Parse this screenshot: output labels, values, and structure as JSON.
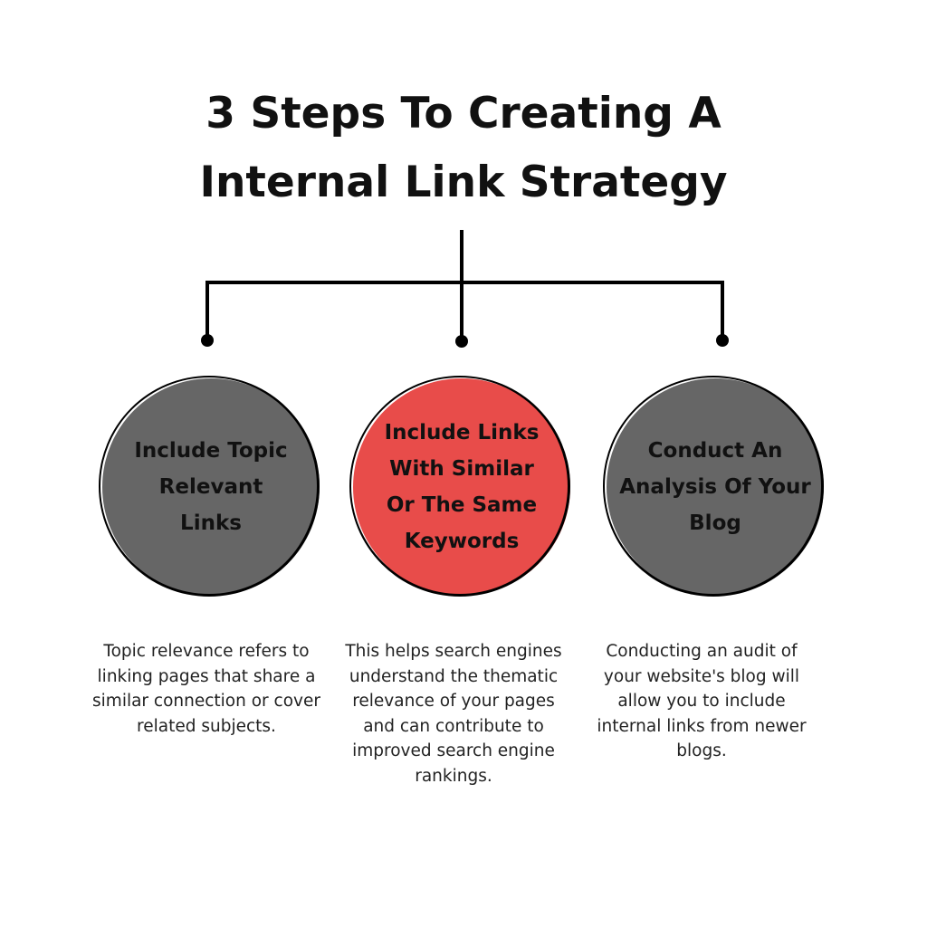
{
  "title": {
    "line1": "3 Steps To Creating A",
    "line2": "Internal Link Strategy"
  },
  "colors": {
    "gray": "#666666",
    "red": "#e84c4a",
    "line": "#000000"
  },
  "steps": [
    {
      "label": "Include Topic Relevant Links",
      "description": "Topic relevance refers to linking pages that share a similar connection or cover related subjects."
    },
    {
      "label": "Include Links With Similar Or The Same Keywords",
      "description": "This helps search engines understand the thematic relevance of your pages and can contribute to improved search engine rankings."
    },
    {
      "label": "Conduct An Analysis Of Your Blog",
      "description": "Conducting an audit of your website's blog will allow you to include internal links from newer blogs."
    }
  ]
}
